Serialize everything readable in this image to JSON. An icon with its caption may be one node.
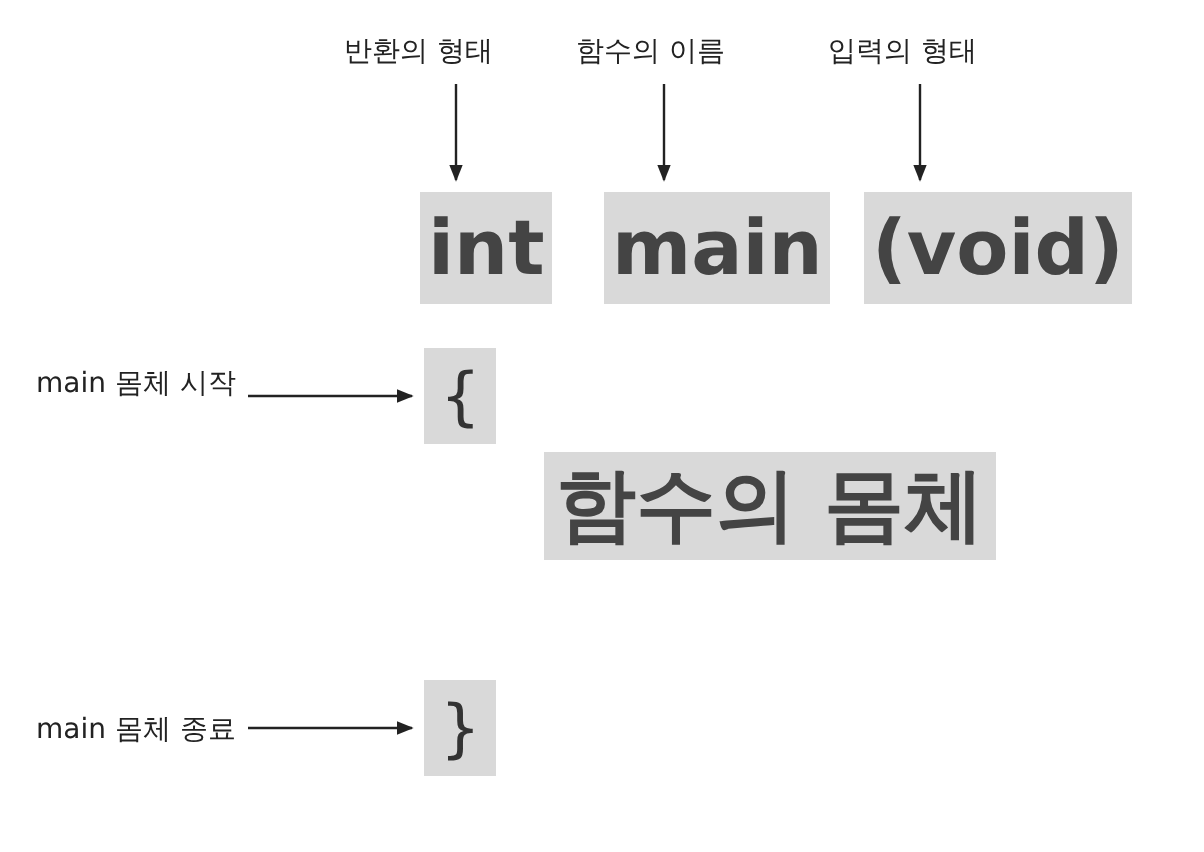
{
  "diagram": {
    "nodes": [
      {
        "text": [
          "반환의 형태"
        ]
      },
      {
        "text": [
          "함수의 이름"
        ]
      },
      {
        "text": [
          "입력의 형태"
        ]
      },
      {
        "text": [
          "int"
        ]
      },
      {
        "text": [
          "main"
        ]
      },
      {
        "text": [
          "(void)"
        ]
      },
      {
        "text": [
          "main 몸체 시작"
        ]
      },
      {
        "text": [
          "{"
        ]
      },
      {
        "text": [
          "함수의 몸체"
        ]
      },
      {
        "text": [
          "main 몸체 종료"
        ]
      },
      {
        "text": [
          "}"
        ]
      }
    ],
    "edges": [
      {
        "from": 0,
        "to": 3,
        "arrow": "to"
      },
      {
        "from": 1,
        "to": 4,
        "arrow": "to"
      },
      {
        "from": 2,
        "to": 5,
        "arrow": "to"
      },
      {
        "from": 6,
        "to": 7,
        "arrow": "to"
      },
      {
        "from": 9,
        "to": 10,
        "arrow": "to"
      }
    ]
  }
}
